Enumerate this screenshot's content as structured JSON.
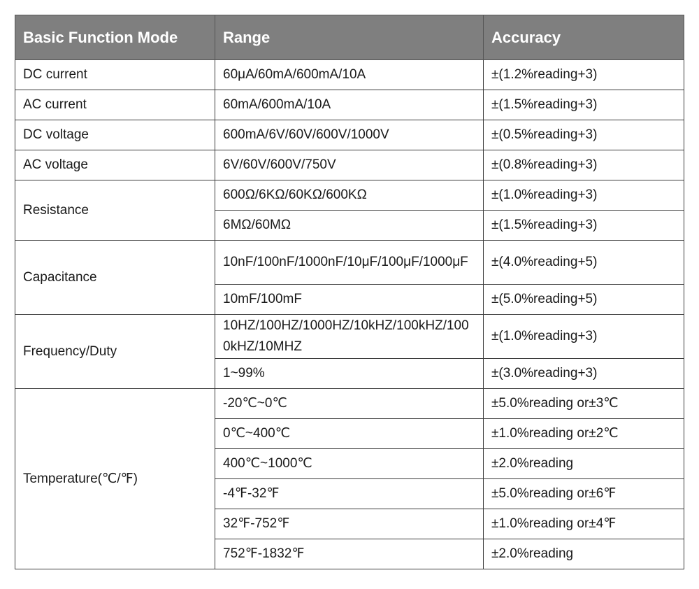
{
  "headers": [
    "Basic Function Mode",
    "Range",
    "Accuracy"
  ],
  "groups": [
    {
      "mode": "DC current",
      "rows": [
        {
          "range": "60μA/60mA/600mA/10A",
          "accuracy": "±(1.2%reading+3)"
        }
      ]
    },
    {
      "mode": "AC current",
      "rows": [
        {
          "range": "60mA/600mA/10A",
          "accuracy": "±(1.5%reading+3)"
        }
      ]
    },
    {
      "mode": "DC voltage",
      "rows": [
        {
          "range": "600mA/6V/60V/600V/1000V",
          "accuracy": "±(0.5%reading+3)"
        }
      ]
    },
    {
      "mode": "AC voltage",
      "rows": [
        {
          "range": "6V/60V/600V/750V",
          "accuracy": "±(0.8%reading+3)"
        }
      ]
    },
    {
      "mode": "Resistance",
      "rows": [
        {
          "range": "600Ω/6KΩ/60KΩ/600KΩ",
          "accuracy": "±(1.0%reading+3)"
        },
        {
          "range": "6MΩ/60MΩ",
          "accuracy": "±(1.5%reading+3)"
        }
      ]
    },
    {
      "mode": "Capacitance",
      "rows": [
        {
          "range": "10nF/100nF/1000nF/10μF/100μF/1000μF",
          "accuracy": "±(4.0%reading+5)"
        },
        {
          "range": "10mF/100mF",
          "accuracy": "±(5.0%reading+5)"
        }
      ]
    },
    {
      "mode": "Frequency/Duty",
      "rows": [
        {
          "range": "10HZ/100HZ/1000HZ/10kHZ/100kHZ/1000kHZ/10MHZ",
          "accuracy": "±(1.0%reading+3)"
        },
        {
          "range": "1~99%",
          "accuracy": "±(3.0%reading+3)"
        }
      ]
    },
    {
      "mode": "Temperature(℃/℉)",
      "rows": [
        {
          "range": "-20℃~0℃",
          "accuracy": "±5.0%reading or±3℃"
        },
        {
          "range": "0℃~400℃",
          "accuracy": "±1.0%reading or±2℃"
        },
        {
          "range": "400℃~1000℃",
          "accuracy": "±2.0%reading"
        },
        {
          "range": "-4℉-32℉",
          "accuracy": "±5.0%reading or±6℉"
        },
        {
          "range": "32℉-752℉",
          "accuracy": "±1.0%reading or±4℉"
        },
        {
          "range": "752℉-1832℉",
          "accuracy": "±2.0%reading"
        }
      ]
    }
  ]
}
